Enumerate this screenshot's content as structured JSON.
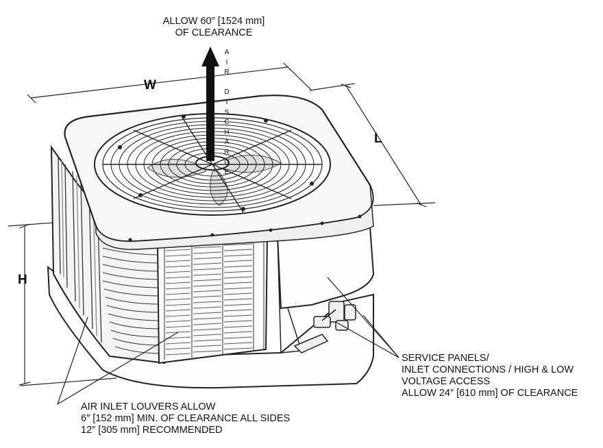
{
  "clearance_top": {
    "line1": "ALLOW 60″ [1524 mm]",
    "line2": "OF CLEARANCE"
  },
  "air_discharge": [
    "A",
    "I",
    "R",
    " ",
    "D",
    "I",
    "S",
    "C",
    "H",
    "A",
    "R",
    "G",
    "E"
  ],
  "dimensions": {
    "width": "W",
    "length": "L",
    "height": "H"
  },
  "service_panels": {
    "line1": "SERVICE PANELS/",
    "line2": "INLET CONNECTIONS / HIGH & LOW",
    "line3": "VOLTAGE ACCESS",
    "line4": "ALLOW 24″ [610 mm] OF CLEARANCE"
  },
  "air_inlet": {
    "line1": "AIR INLET LOUVERS ALLOW",
    "line2": "6″ [152 mm] MIN. OF CLEARANCE ALL SIDES",
    "line3": "12″ [305 mm] RECOMMENDED"
  }
}
